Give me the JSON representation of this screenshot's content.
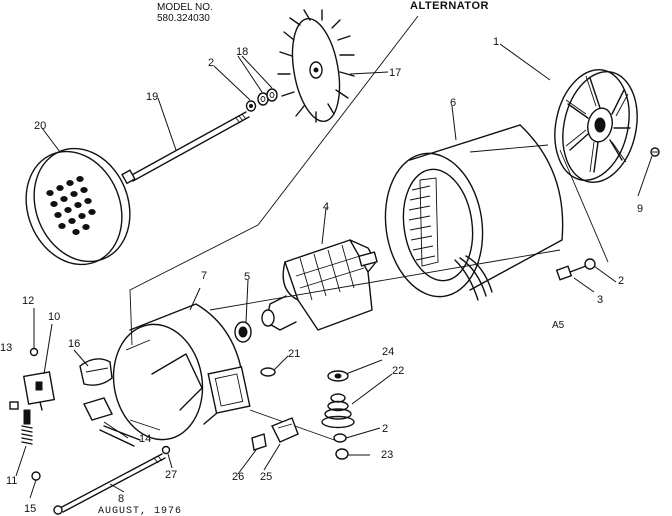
{
  "header": {
    "model_label": "MODEL NO.",
    "model_number": "580.324030",
    "title": "ALTERNATOR"
  },
  "footer": {
    "date": "AUGUST, 1976",
    "ref": "A5"
  },
  "callouts": [
    {
      "id": "c1",
      "text": "1"
    },
    {
      "id": "c2a",
      "text": "2"
    },
    {
      "id": "c2b",
      "text": "2"
    },
    {
      "id": "c2c",
      "text": "2"
    },
    {
      "id": "c3",
      "text": "3"
    },
    {
      "id": "c4",
      "text": "4"
    },
    {
      "id": "c5",
      "text": "5"
    },
    {
      "id": "c6",
      "text": "6"
    },
    {
      "id": "c7",
      "text": "7"
    },
    {
      "id": "c8",
      "text": "8"
    },
    {
      "id": "c9",
      "text": "9"
    },
    {
      "id": "c10",
      "text": "10"
    },
    {
      "id": "c11",
      "text": "11"
    },
    {
      "id": "c12",
      "text": "12"
    },
    {
      "id": "c13",
      "text": "13"
    },
    {
      "id": "c14",
      "text": "14"
    },
    {
      "id": "c15",
      "text": "15"
    },
    {
      "id": "c16",
      "text": "16"
    },
    {
      "id": "c17",
      "text": "17"
    },
    {
      "id": "c18",
      "text": "18"
    },
    {
      "id": "c19",
      "text": "19"
    },
    {
      "id": "c20",
      "text": "20"
    },
    {
      "id": "c21",
      "text": "21"
    },
    {
      "id": "c22",
      "text": "22"
    },
    {
      "id": "c23",
      "text": "23"
    },
    {
      "id": "c24",
      "text": "24"
    },
    {
      "id": "c25",
      "text": "25"
    },
    {
      "id": "c26",
      "text": "26"
    },
    {
      "id": "c27",
      "text": "27"
    }
  ]
}
